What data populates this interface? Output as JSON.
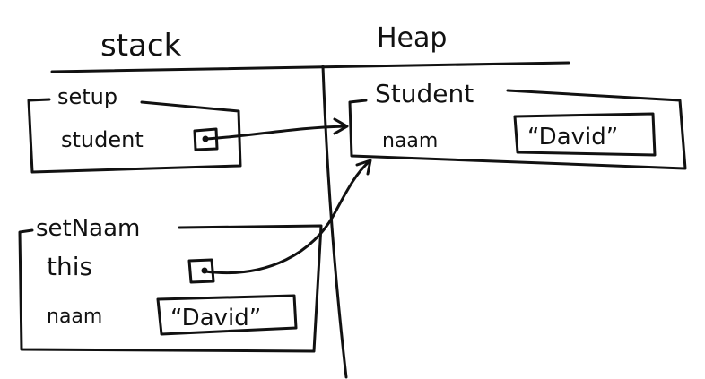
{
  "headers": {
    "stack": "stack",
    "heap": "Heap"
  },
  "frames": {
    "setup": {
      "label": "setup",
      "variable": "student"
    },
    "setNaam": {
      "label": "setNaam",
      "this_label": "this",
      "naam_label": "naam",
      "naam_value": "“David”"
    }
  },
  "heap_object": {
    "class_name": "Student",
    "field_label": "naam",
    "field_value": "“David”"
  },
  "colors": {
    "ink": "#111111",
    "paper": "#ffffff"
  }
}
